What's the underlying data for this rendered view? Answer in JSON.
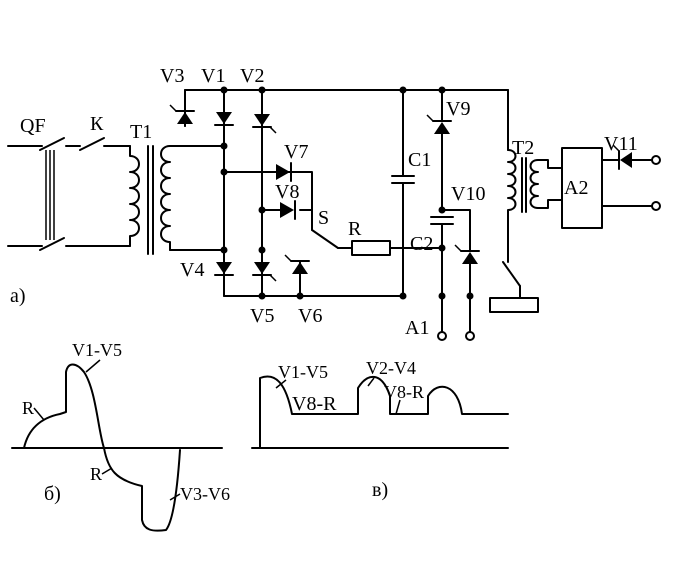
{
  "figure_a": {
    "panel_label": "а)",
    "components": {
      "qf": "QF",
      "k": "К",
      "t1": "T1",
      "v1": "V1",
      "v2": "V2",
      "v3": "V3",
      "v4": "V4",
      "v5": "V5",
      "v6": "V6",
      "v7": "V7",
      "v8": "V8",
      "v9": "V9",
      "v10": "V10",
      "v11": "V11",
      "s": "S",
      "r": "R",
      "c1": "C1",
      "c2": "C2",
      "t2": "T2",
      "a2": "A2",
      "a1": "A1"
    }
  },
  "figure_b": {
    "panel_label": "б)",
    "labels": {
      "v1_v5": "V1-V5",
      "r_top": "R",
      "r_mid": "R",
      "v3_v6": "V3-V6"
    }
  },
  "figure_c": {
    "panel_label": "в)",
    "labels": {
      "v1_v5": "V1-V5",
      "v8_r_1": "V8-R",
      "v2_v4": "V2-V4",
      "v8_r_2": "V8-R"
    }
  }
}
